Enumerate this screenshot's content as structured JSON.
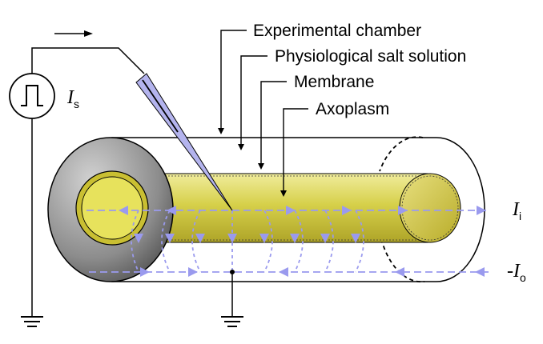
{
  "labels": {
    "experimental_chamber": "Experimental chamber",
    "physiological_salt_solution": "Physiological salt solution",
    "membrane": "Membrane",
    "axoplasm": "Axoplasm"
  },
  "currents": {
    "stimulus": {
      "symbol": "I",
      "subscript": "s"
    },
    "inner": {
      "symbol": "I",
      "subscript": "i"
    },
    "outer": {
      "prefix": "-",
      "symbol": "I",
      "subscript": "o"
    }
  },
  "icons": [
    "square-pulse-source-icon",
    "ground-icon",
    "current-direction-arrow-icon",
    "microelectrode-icon"
  ],
  "colors": {
    "axoplasm": "#d8d248",
    "axon_end": "#c8bd2c",
    "chamber_end_dark": "#5c5c5c",
    "chamber_end_light": "#c8c8c8",
    "electrode": "#b4b4ee",
    "current_lines": "#9a9aee",
    "leader_lines": "#000000"
  }
}
